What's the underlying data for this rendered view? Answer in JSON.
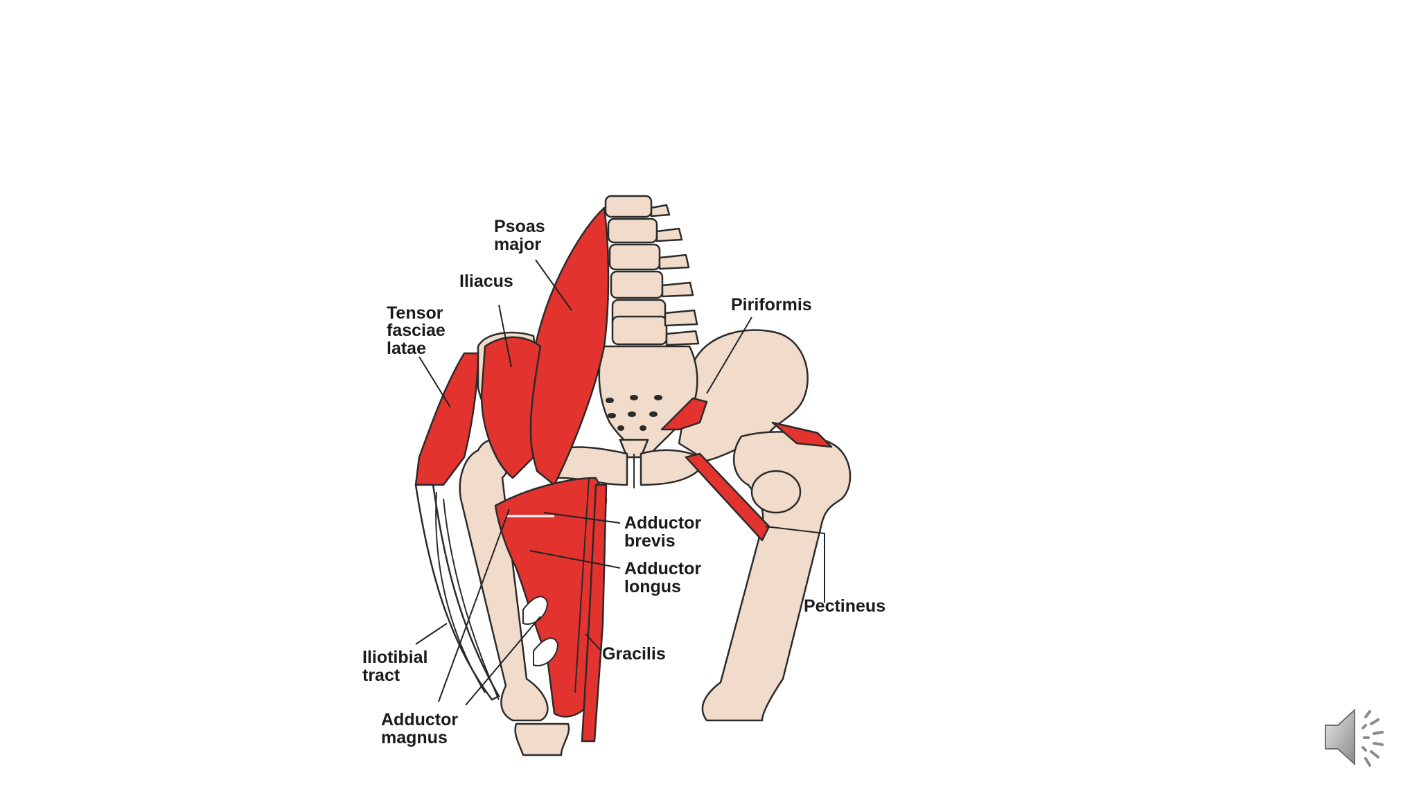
{
  "slide": {
    "labels": {
      "psoas_major": [
        "Psoas",
        "major"
      ],
      "iliacus": [
        "Iliacus"
      ],
      "tensor_fasciae_latae": [
        "Tensor",
        "fasciae",
        "latae"
      ],
      "piriformis": [
        "Piriformis"
      ],
      "adductor_brevis": [
        "Adductor",
        "brevis"
      ],
      "adductor_longus": [
        "Adductor",
        "longus"
      ],
      "pectineus": [
        "Pectineus"
      ],
      "gracilis": [
        "Gracilis"
      ],
      "iliotibial_tract": [
        "Iliotibial",
        "tract"
      ],
      "adductor_magnus": [
        "Adductor",
        "magnus"
      ]
    },
    "colors": {
      "muscle": "#e3332e",
      "bone": "#f1dccb",
      "outline": "#2a2a2a",
      "background": "#ffffff"
    },
    "audio_icon": "speaker-icon"
  }
}
